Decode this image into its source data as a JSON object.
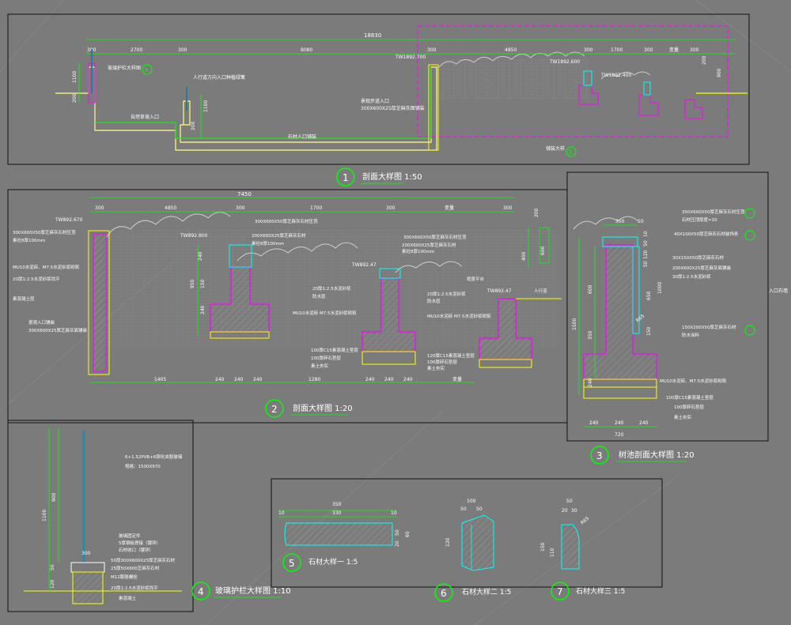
{
  "colors": {
    "background": "#7b7b7b",
    "frame": "#1a1a1a",
    "dimension": "#00ff00",
    "structure": "#ff00ff",
    "finish": "#00ffff",
    "base": "#ffff00",
    "text_white": "#ffffff",
    "circle_label": "#00ff00"
  },
  "panel1": {
    "total_dim": "18830",
    "segments": [
      "300",
      "2700",
      "300",
      "8080",
      "300",
      "4850",
      "300",
      "1700",
      "300",
      "变量",
      "300"
    ],
    "elev_labels": [
      "TW1892.700",
      "TW1892.400",
      "TW1892.600"
    ],
    "vertical_dims": [
      "1100",
      "200",
      "1100",
      "200",
      "900",
      "200"
    ],
    "notes": [
      "玻璃护栏大样图",
      "人行道方向入口种植绿篱",
      "自然草坡入口",
      "石材人口铺装",
      "300X600X25厚芝麻灰面铺装",
      "景观步道入口",
      "铺装大样"
    ],
    "ref_num": "4",
    "ref_num_b": "2",
    "label_num": "1",
    "label_text": "剖面大样图 1:50"
  },
  "panel2": {
    "total_dim": "7450",
    "top_segments": [
      "300",
      "4850",
      "300",
      "1700",
      "300",
      "变量",
      "300"
    ],
    "elev_labels": [
      "TW892.670",
      "TW892.800",
      "TW892.47",
      "TW892.47"
    ],
    "left_notes": [
      "300X600X50厚芝麻灰石材压顶",
      "素砼8厚100mm",
      "MU10水泥砖、M7.5水泥砂浆砌筑",
      "20厚1:2.5水泥砂浆找平",
      "素混凝土层",
      "景观入口铺装",
      "300X600X25厚芝麻灰面铺装"
    ],
    "mid_notes": [
      "300X600X50厚芝麻灰石材压顶",
      "200X600X25厚芝麻灰石材",
      "素砼8厚100mm",
      "20厚1:2.5水泥砂浆",
      "防水层",
      "MU10水泥砖 M7.5水泥砂浆砌筑",
      "100厚C15素混凝土垫层",
      "100厚碎石垫层",
      "素土夯实"
    ],
    "right_notes": [
      "300X600X50厚芝麻灰石材压顶",
      "200X600X25厚芝麻灰石材",
      "素砼8厚100mm",
      "20厚1:2.5水泥砂浆",
      "防水层",
      "MU10水泥砖 M7.5水泥砂浆砌筑",
      "120厚C15素混凝土垫层",
      "100厚碎石垫层",
      "素土夯实",
      "观景平台",
      "人行道"
    ],
    "bottom_dims": [
      "1405",
      "240",
      "240",
      "240",
      "1280",
      "240",
      "240",
      "240",
      "变量"
    ],
    "vertical_dims": [
      "240",
      "950",
      "150",
      "240",
      "400",
      "600",
      "200"
    ],
    "label_num": "2",
    "label_text": "剖面大样图 1:20"
  },
  "panel3": {
    "top_dims": [
      "350",
      "10",
      "50",
      "120",
      "10",
      "50"
    ],
    "notes": [
      "350X600X50厚芝麻灰石材压顶",
      "石材压顶厚度=10",
      "40X100X50厚芝麻灰石材装饰条",
      "30X150X50厚芝麻灰石材",
      "200X600X25厚芝麻灰面铺装",
      "30厚1:2.5水泥砂浆",
      "150X200X50厚芝麻灰石材",
      "防水涂料",
      "MU10水泥砖、M7.5水泥砂浆砌筑",
      "100厚C15素混凝土垫层",
      "100厚碎石垫层",
      "素土夯实"
    ],
    "vertical_dims": [
      "600",
      "650",
      "1000",
      "350",
      "1500",
      "150",
      "240"
    ],
    "bottom_dims": [
      "240",
      "240",
      "240",
      "720"
    ],
    "r_label": "R65",
    "side_note": "入口石墙",
    "label_num": "3",
    "label_text": "树池剖面大样图 1:20"
  },
  "panel4": {
    "notes": [
      "6+1.52PVB+6钢化夹胶玻璃",
      "规格：1500X970",
      "玻璃固定件",
      "5厚钢板焊接（镀锌）",
      "石材收口（镀锌）",
      "50厚300X600X25厚芝麻灰石材",
      "25厚50X600芝麻灰石材",
      "M12膨胀螺栓",
      "20厚1:2.5水泥砂浆找平",
      "素混凝土"
    ],
    "dims": [
      "1100",
      "900",
      "300",
      "50",
      "120"
    ],
    "label_num": "4",
    "label_text": "玻璃护栏大样图 1:10"
  },
  "panel5": {
    "dims": [
      "350",
      "10",
      "330",
      "10",
      "50",
      "60",
      "20"
    ],
    "label_num": "5",
    "label_text": "石材大样一 1:5"
  },
  "panel6": {
    "dims": [
      "100",
      "50",
      "50",
      "120"
    ],
    "label_num": "6",
    "label_text": "石材大样二 1:5"
  },
  "panel7": {
    "dims": [
      "50",
      "20",
      "30",
      "R65",
      "150",
      "110"
    ],
    "label_num": "7",
    "label_text": "石材大样三 1:5"
  }
}
